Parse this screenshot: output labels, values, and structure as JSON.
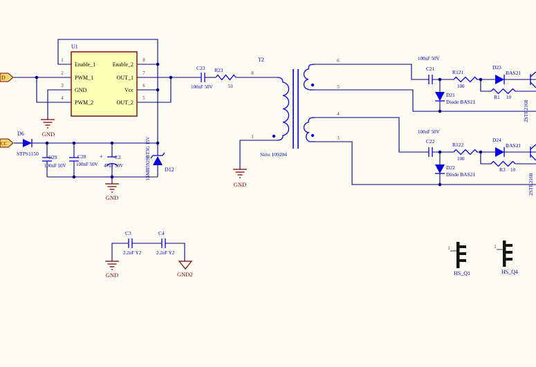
{
  "colors": {
    "background": "#FFFCF4",
    "wire": "#000080",
    "component": "#0000E0",
    "label_text": "#0000B8",
    "power_maroon": "#7D0000",
    "ic_fill": "#FFFFB9",
    "ic_border": "#800000",
    "port_fill": "#EFD86E",
    "heatsink_black": "#141414"
  },
  "ports": {
    "d": "D",
    "cc": "CC"
  },
  "u1": {
    "ref": "U1",
    "left": [
      {
        "num": "1",
        "name": "Enable_1"
      },
      {
        "num": "2",
        "name": "PWM_1"
      },
      {
        "num": "3",
        "name": "GND"
      },
      {
        "num": "4",
        "name": "PWM_2"
      }
    ],
    "right": [
      {
        "num": "8",
        "name": "Enable_2"
      },
      {
        "num": "7",
        "name": "OUT_1"
      },
      {
        "num": "6",
        "name": "Vcc"
      },
      {
        "num": "5",
        "name": "OUT_2"
      }
    ]
  },
  "d6": {
    "ref": "D6",
    "part": "STPS1150"
  },
  "c29": {
    "ref": "C29",
    "value": "100nF 50V"
  },
  "c28": {
    "ref": "C28",
    "value": "100nF 50V"
  },
  "c2": {
    "ref": "C2",
    "value": "47uF 50V",
    "polarity": "+"
  },
  "d12": {
    "ref": "D12",
    "part": "1SMB5929BT3G 15V"
  },
  "c23": {
    "ref": "C23",
    "value": "100nF 50V"
  },
  "r23": {
    "ref": "R23",
    "value": "51"
  },
  "t2": {
    "ref": "T2",
    "part": "Sirio 109204",
    "pin8": "8",
    "pin1": "1",
    "pin6": "6",
    "pin5": "5",
    "pin4": "4",
    "pin3": "3"
  },
  "gnd": "GND",
  "gnd2": "GND2",
  "ch1": {
    "c21": {
      "ref": "C21",
      "value": "100nF 50V"
    },
    "r121": {
      "ref": "R121",
      "value": "100"
    },
    "d21": {
      "ref": "D21",
      "part": "Diode BAS21"
    },
    "d23": {
      "ref": "D23",
      "part": "BAS21"
    },
    "r1": {
      "ref": "R1",
      "value": "10"
    },
    "q": {
      "part": "2STR2160"
    }
  },
  "ch2": {
    "c22": {
      "ref": "C22",
      "value": "100nF 50V"
    },
    "r122": {
      "ref": "R122",
      "value": "100"
    },
    "d22": {
      "ref": "D22",
      "part": "Diode BAS21"
    },
    "d24": {
      "ref": "D24",
      "part": "BAS21"
    },
    "r3": {
      "ref": "R3",
      "value": "10"
    },
    "q": {
      "part": "2STR2160"
    }
  },
  "c3": {
    "ref": "C3",
    "value": "2.2nF Y2"
  },
  "c4": {
    "ref": "C4",
    "value": "2.2nF Y2"
  },
  "hs_q1": {
    "ref": "HS_Q1",
    "pin": "1"
  },
  "hs_q4": {
    "ref": "HS_Q4",
    "pin": "1"
  }
}
